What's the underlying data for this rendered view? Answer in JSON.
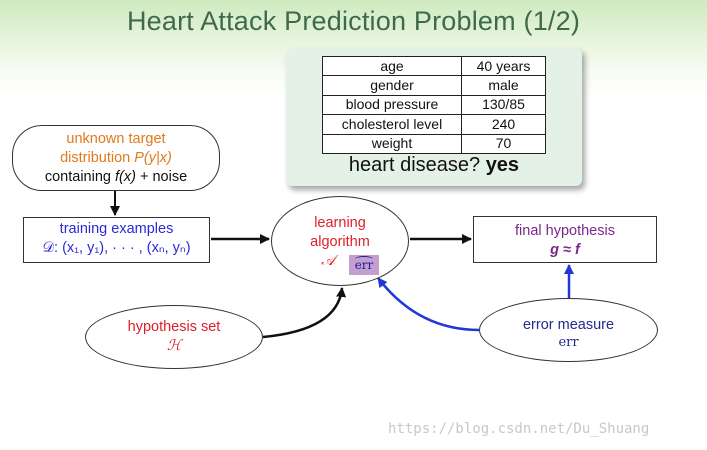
{
  "title": "Heart Attack Prediction Problem (1/2)",
  "table": {
    "rows": [
      {
        "attribute": "age",
        "value": "40 years"
      },
      {
        "attribute": "gender",
        "value": "male"
      },
      {
        "attribute": "blood pressure",
        "value": "130/85"
      },
      {
        "attribute": "cholesterol level",
        "value": "240"
      },
      {
        "attribute": "weight",
        "value": "70"
      }
    ],
    "question": "heart disease?",
    "answer": "yes"
  },
  "target": {
    "line1": "unknown target",
    "line2_prefix": "distribution",
    "line2_formula": "P(y|x)",
    "line3_prefix": "containing",
    "line3_formula": "f(x)",
    "line3_suffix": "+ noise"
  },
  "training": {
    "label": "training examples",
    "formula": "𝒟: (x₁, y₁), · · · , (xₙ, yₙ)"
  },
  "learning": {
    "line1": "learning",
    "line2": "algorithm",
    "symbol": "𝒜",
    "err_hat": "err"
  },
  "final": {
    "label": "final hypothesis",
    "formula": "g ≈ f"
  },
  "hypothesis_set": {
    "label": "hypothesis set",
    "symbol": "ℋ"
  },
  "error_measure": {
    "label": "error measure",
    "symbol": "err"
  },
  "watermark": "https://blog.csdn.net/Du_Shuang",
  "colors": {
    "title": "#3f6a4a",
    "orange": "#e07a1c",
    "blue": "#2a2ad6",
    "red": "#e01e2a",
    "purple": "#7a2888",
    "link_blue": "#2038d8",
    "err_highlight": "#c39fcf"
  }
}
